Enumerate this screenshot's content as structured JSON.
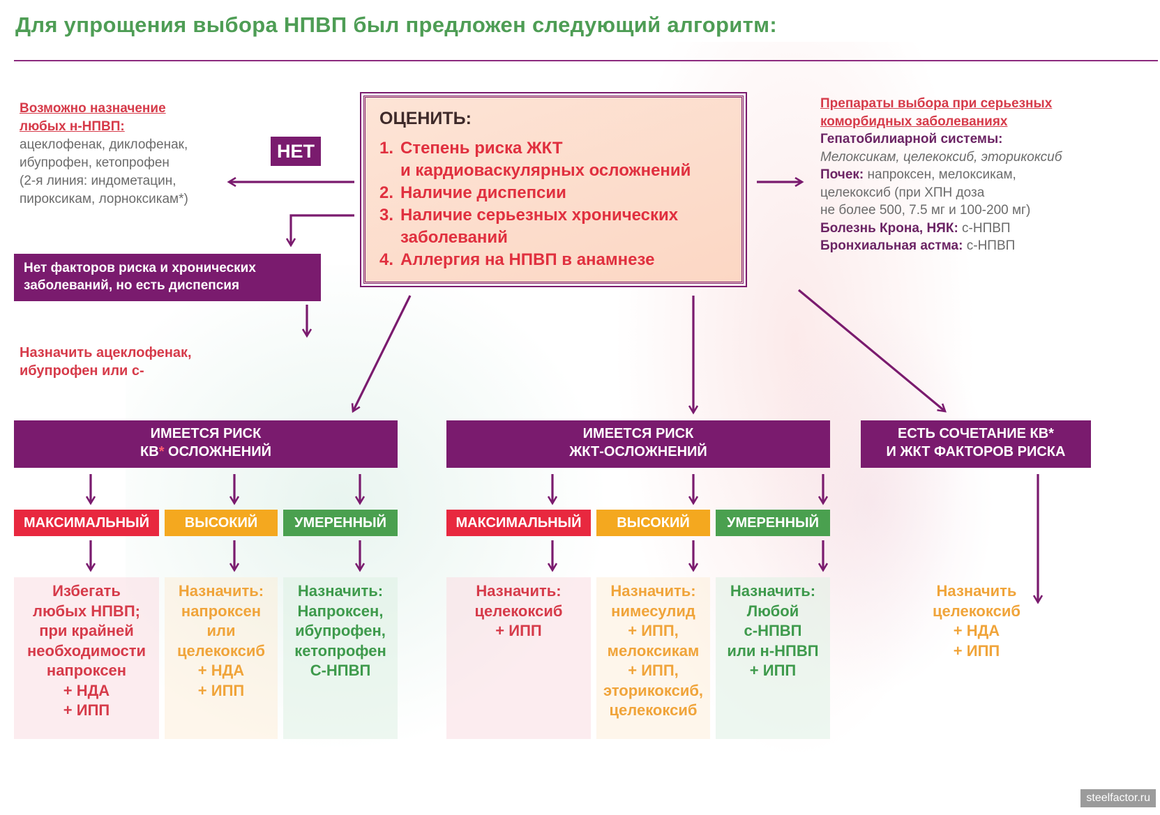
{
  "title": "Для упрощения выбора НПВП был предложен следующий алгоритм:",
  "no_branch": {
    "heading_lines": [
      "Возможно назначение",
      "любых н-НПВП:"
    ],
    "drug_lines": [
      "ацеклофенак, диклофенак,",
      "ибупрофен, кетопрофен",
      "(2-я линия: индометацин,",
      "пироксикам, лорноксикам*)"
    ]
  },
  "no_label": "НЕТ",
  "assess": {
    "heading": "ОЦЕНИТЬ:",
    "items": [
      {
        "num": "1.",
        "line1": "Степень риска ЖКТ",
        "line2": "и кардиоваскулярных осложнений"
      },
      {
        "num": "2.",
        "line1": "Наличие диспепсии",
        "line2": ""
      },
      {
        "num": "3.",
        "line1": "Наличие серьезных хронических",
        "line2": "заболеваний"
      },
      {
        "num": "4.",
        "line1": "Аллергия на НПВП в анамнезе",
        "line2": ""
      }
    ]
  },
  "comorbid": {
    "heading_lines": [
      "Препараты выбора при серьезных",
      "коморбидных заболеваниях"
    ],
    "hepato_label": "Гепатобилиарной системы:",
    "hepato_drugs": "Мелоксикам, целекоксиб, эторикоксиб",
    "kidney_label": "Почек:",
    "kidney_drugs": " напроксен, мелоксикам,",
    "kidney_line2": "целекоксиб (при ХПН доза",
    "kidney_line3": "не более 500, 7.5 мг и 100-200 мг)",
    "crohn_label": "Болезнь Крона, НЯК:",
    "crohn_drugs": " с-НПВП",
    "asthma_label": "Бронхиальная астма:",
    "asthma_drugs": " с-НПВП"
  },
  "no_factors": {
    "lines": [
      "Нет факторов риска и хронических",
      "заболеваний, но есть диспепсия"
    ]
  },
  "assign_text": {
    "lines": [
      "Назначить ацеклофенак,",
      "ибупрофен или с-"
    ]
  },
  "categories": {
    "cv": {
      "line1": "ИМЕЕТСЯ РИСК",
      "line2_a": "КВ",
      "line2_ast": "*",
      "line2_b": " ОСЛОЖНЕНИЙ"
    },
    "gi": {
      "line1": "ИМЕЕТСЯ РИСК",
      "line2": "ЖКТ-ОСЛОЖНЕНИЙ"
    },
    "combo": {
      "line1": "ЕСТЬ СОЧЕТАНИЕ КВ*",
      "line2": "И ЖКТ ФАКТОРОВ РИСКА"
    }
  },
  "levels": {
    "max": "МАКСИМАЛЬНЫЙ",
    "high": "ВЫСОКИЙ",
    "moderate": "УМЕРЕННЫЙ"
  },
  "recommendations": {
    "cv_max": [
      "Избегать",
      "любых НПВП;",
      "при крайней",
      "необходимости",
      "напроксен",
      "+ НДА",
      "+ ИПП"
    ],
    "cv_high": [
      "Назначить:",
      "напроксен",
      "или",
      "целекоксиб",
      "+ НДА",
      "+ ИПП"
    ],
    "cv_moderate": [
      "Назначить:",
      "Напроксен,",
      "ибупрофен,",
      "кетопрофен",
      "С-НПВП"
    ],
    "gi_max": [
      "Назначить:",
      "целекоксиб",
      "+ ИПП"
    ],
    "gi_high": [
      "Назначить:",
      "нимесулид",
      "+ ИПП,",
      "мелоксикам",
      "+ ИПП,",
      "эторикоксиб,",
      "целекоксиб"
    ],
    "gi_moderate": [
      "Назначить:",
      "Любой",
      "с-НПВП",
      "или н-НПВП",
      "+ ИПП"
    ],
    "combo": [
      "Назначить",
      "целекоксиб",
      "+ НДА",
      "+ ИПП"
    ]
  },
  "watermark": "steelfactor.ru",
  "colors": {
    "purple": "#7a1b6e",
    "title_green": "#4e9d55",
    "red": "#e8283f",
    "orange": "#f4a81f",
    "green": "#4aa04f"
  }
}
